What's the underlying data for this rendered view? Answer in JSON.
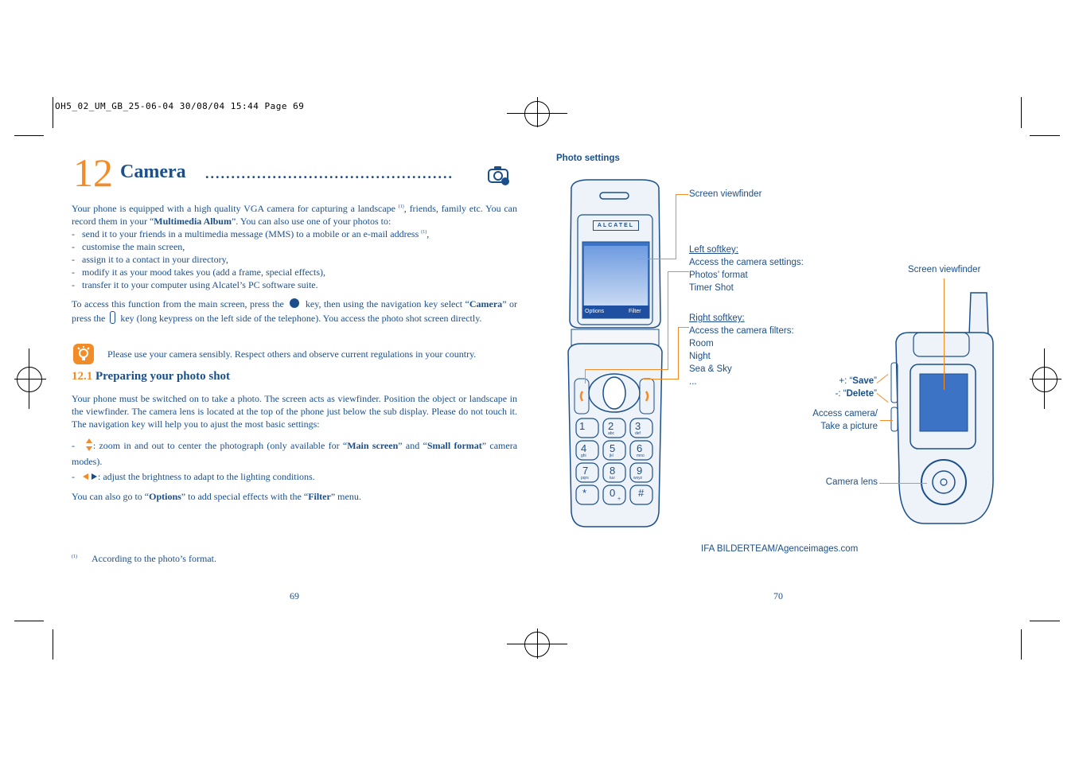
{
  "header": {
    "slug": "OH5_02_UM_GB_25-06-04   30/08/04   15:44   Page 69"
  },
  "chapter": {
    "number": "12",
    "title": "Camera",
    "dots": "................................................"
  },
  "intro": {
    "p1_a": "Your phone is equipped with a high quality VGA camera for capturing a landscape ",
    "p1_sup": "(1)",
    "p1_b": ", friends, family etc. You can record them in your “",
    "p1_bold": "Multimedia Album",
    "p1_c": "”. You can also use one of your photos to:",
    "bullets": [
      "send it to your friends in a multimedia message (MMS) to a mobile or an e-mail address",
      "customise the main screen,",
      "assign it to a contact in your directory,",
      "modify it as your mood takes you (add a frame, special effects),",
      "transfer it to your computer using Alcatel’s PC software suite."
    ],
    "bullet_sup": "(1)",
    "bullet_tail": ","
  },
  "access": {
    "a": "To access this function from the main screen, press the",
    "b": "key, then using the navigation key select “",
    "bold": "Camera",
    "c": "” or press the",
    "d": "key (long keypress on the left side of the telephone). You access the photo shot screen directly."
  },
  "note": {
    "text": "Please use your camera sensibly. Respect others and observe current regulations in your country."
  },
  "section": {
    "number": "12.1",
    "title": "Preparing your photo shot",
    "p1": "Your phone must be switched on to take a photo. The screen acts as viewfinder. Position the object or landscape in the viewfinder. The camera lens is located at the top of the phone just below the sub display. Please do not touch it. The navigation key will help you to ajust the most basic settings:",
    "zoom_a": ": zoom in and out to center the photograph (only available for “",
    "zoom_b1": "Main screen",
    "zoom_c": "” and “",
    "zoom_b2": "Small format",
    "zoom_d": "” camera modes).",
    "bright": ": adjust the brightness to adapt to the lighting conditions.",
    "opt_a": "You can also go to “",
    "opt_b1": "Options",
    "opt_c": "” to add special effects with the “",
    "opt_b2": "Filter",
    "opt_d": "” menu."
  },
  "footnote": {
    "mark": "(1)",
    "text": "According to the photo’s format."
  },
  "page_left": "69",
  "page_right": "70",
  "photo_settings": {
    "heading": "Photo settings",
    "phone_brand": "ALCATEL",
    "screen_left": "Options",
    "screen_right": "Filter",
    "keys": [
      {
        "d": "1",
        "l": ""
      },
      {
        "d": "2",
        "l": "abc"
      },
      {
        "d": "3",
        "l": "def"
      },
      {
        "d": "4",
        "l": "ghi"
      },
      {
        "d": "5",
        "l": "jkl"
      },
      {
        "d": "6",
        "l": "mno"
      },
      {
        "d": "7",
        "l": "pqrs"
      },
      {
        "d": "8",
        "l": "tuv"
      },
      {
        "d": "9",
        "l": "wxyz"
      },
      {
        "d": "*",
        "l": ""
      },
      {
        "d": "0",
        "l": "+"
      },
      {
        "d": "#",
        "l": ""
      }
    ],
    "viewfinder": "Screen viewfinder",
    "left_softkey": "Left softkey:",
    "left_items": [
      "Access the camera settings:",
      "Photos’ format",
      "Timer Shot"
    ],
    "right_softkey": "Right softkey:",
    "right_items": [
      "Access the camera filters:",
      "Room",
      "Night",
      "Sea & Sky",
      "..."
    ],
    "viewfinder2": "Screen viewfinder",
    "plus": "+: “",
    "save": "Save",
    "close_q": "”",
    "minus": "-: “",
    "delete": "Delete",
    "access_camera": "Access camera/",
    "take_picture": "Take a picture",
    "camera_lens": "Camera lens",
    "credit": "IFA BILDERTEAM/Agenceimages.com"
  },
  "colors": {
    "text": "#1a4f8c",
    "accent": "#f28c28"
  }
}
